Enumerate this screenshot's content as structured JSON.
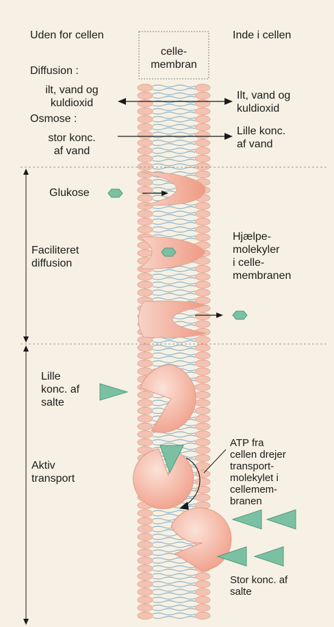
{
  "headers": {
    "outside": "Uden for cellen",
    "inside": "Inde i cellen",
    "membrane": "celle-\nmembran"
  },
  "diffusion": {
    "title": "Diffusion :",
    "left": "ilt, vand og\nkuldioxid",
    "right": "Ilt, vand og\nkuldioxid"
  },
  "osmosis": {
    "title": "Osmose :",
    "left": "stor konc.\naf vand",
    "right": "Lille konc.\naf vand"
  },
  "facilitated": {
    "glucose": "Glukose",
    "section": "Faciliteret\ndiffusion",
    "helper": "Hjælpe-\nmolekyler\ni celle-\nmembranen"
  },
  "active": {
    "low_salt": "Lille\nkonc. af\nsalte",
    "section": "Aktiv\ntransport",
    "atp": "ATP fra\ncellen drejer\ntransport-\nmolekylet i\ncellemem-\nbranen",
    "high_salt": "Stor konc. af\nsalte"
  },
  "colors": {
    "background": "#f6f1e4",
    "lipid_head": "#f3c2b2",
    "lipid_tail": "#8fb2c4",
    "protein": "#f0a894",
    "carrier": "#f2b09e",
    "molecule": "#7cc0a4",
    "arrow": "#1a1a1a",
    "dashed": "#9a9a9a"
  },
  "icons": {
    "glucose": "hexagon-icon",
    "salt": "triangle-icon"
  }
}
